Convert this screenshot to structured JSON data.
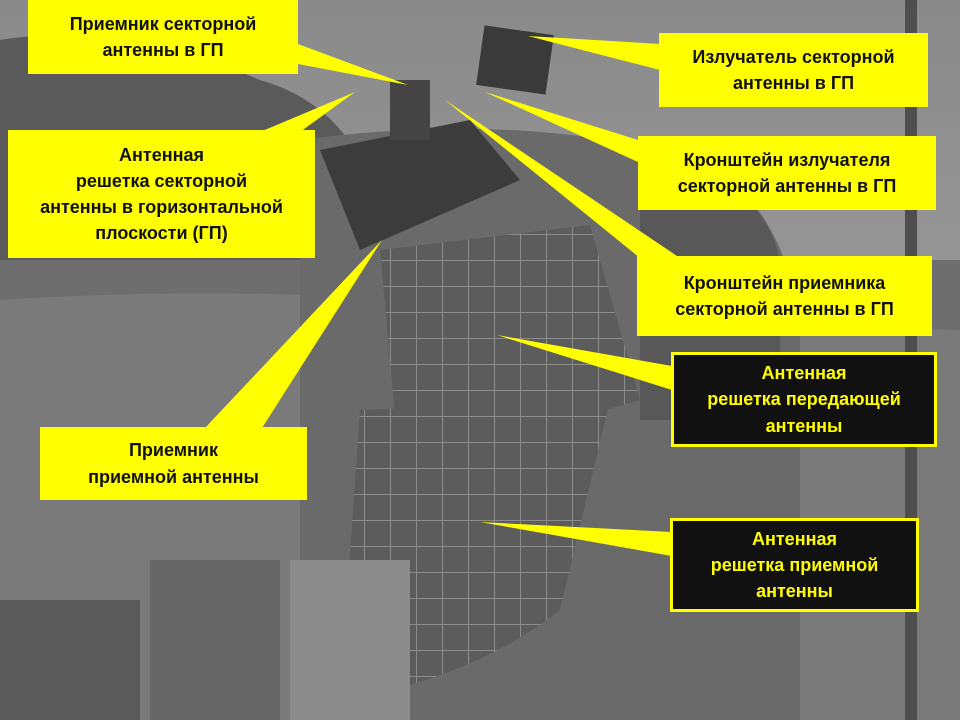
{
  "colors": {
    "callout_fill": "#ffff00",
    "callout_text_dark": "#111111",
    "callout_outline_bg": "#111111"
  },
  "photo": {
    "subject": "radar antenna assembly (grayscale photo)"
  },
  "callouts": {
    "receiver_sector_gp": {
      "text": "Приемник секторной\nантенны в ГП"
    },
    "array_sector_gp": {
      "text": "Антенная\nрешетка секторной\nантенны в горизонтальной\nплоскости (ГП)"
    },
    "receiver_receive_antenna": {
      "text": "Приемник\nприемной антенны"
    },
    "emitter_sector_gp": {
      "text": "Излучатель секторной\nантенны в ГП"
    },
    "emitter_bracket_sector_gp": {
      "text": "Кронштейн излучателя\nсекторной антенны в ГП"
    },
    "receiver_bracket_sector_gp": {
      "text": "Кронштейн приемника\nсекторной антенны в ГП"
    },
    "array_transmit_antenna": {
      "text": "Антенная\nрешетка передающей\nантенны"
    },
    "array_receive_antenna": {
      "text": "Антенная\nрешетка приемной\nантенны"
    }
  }
}
